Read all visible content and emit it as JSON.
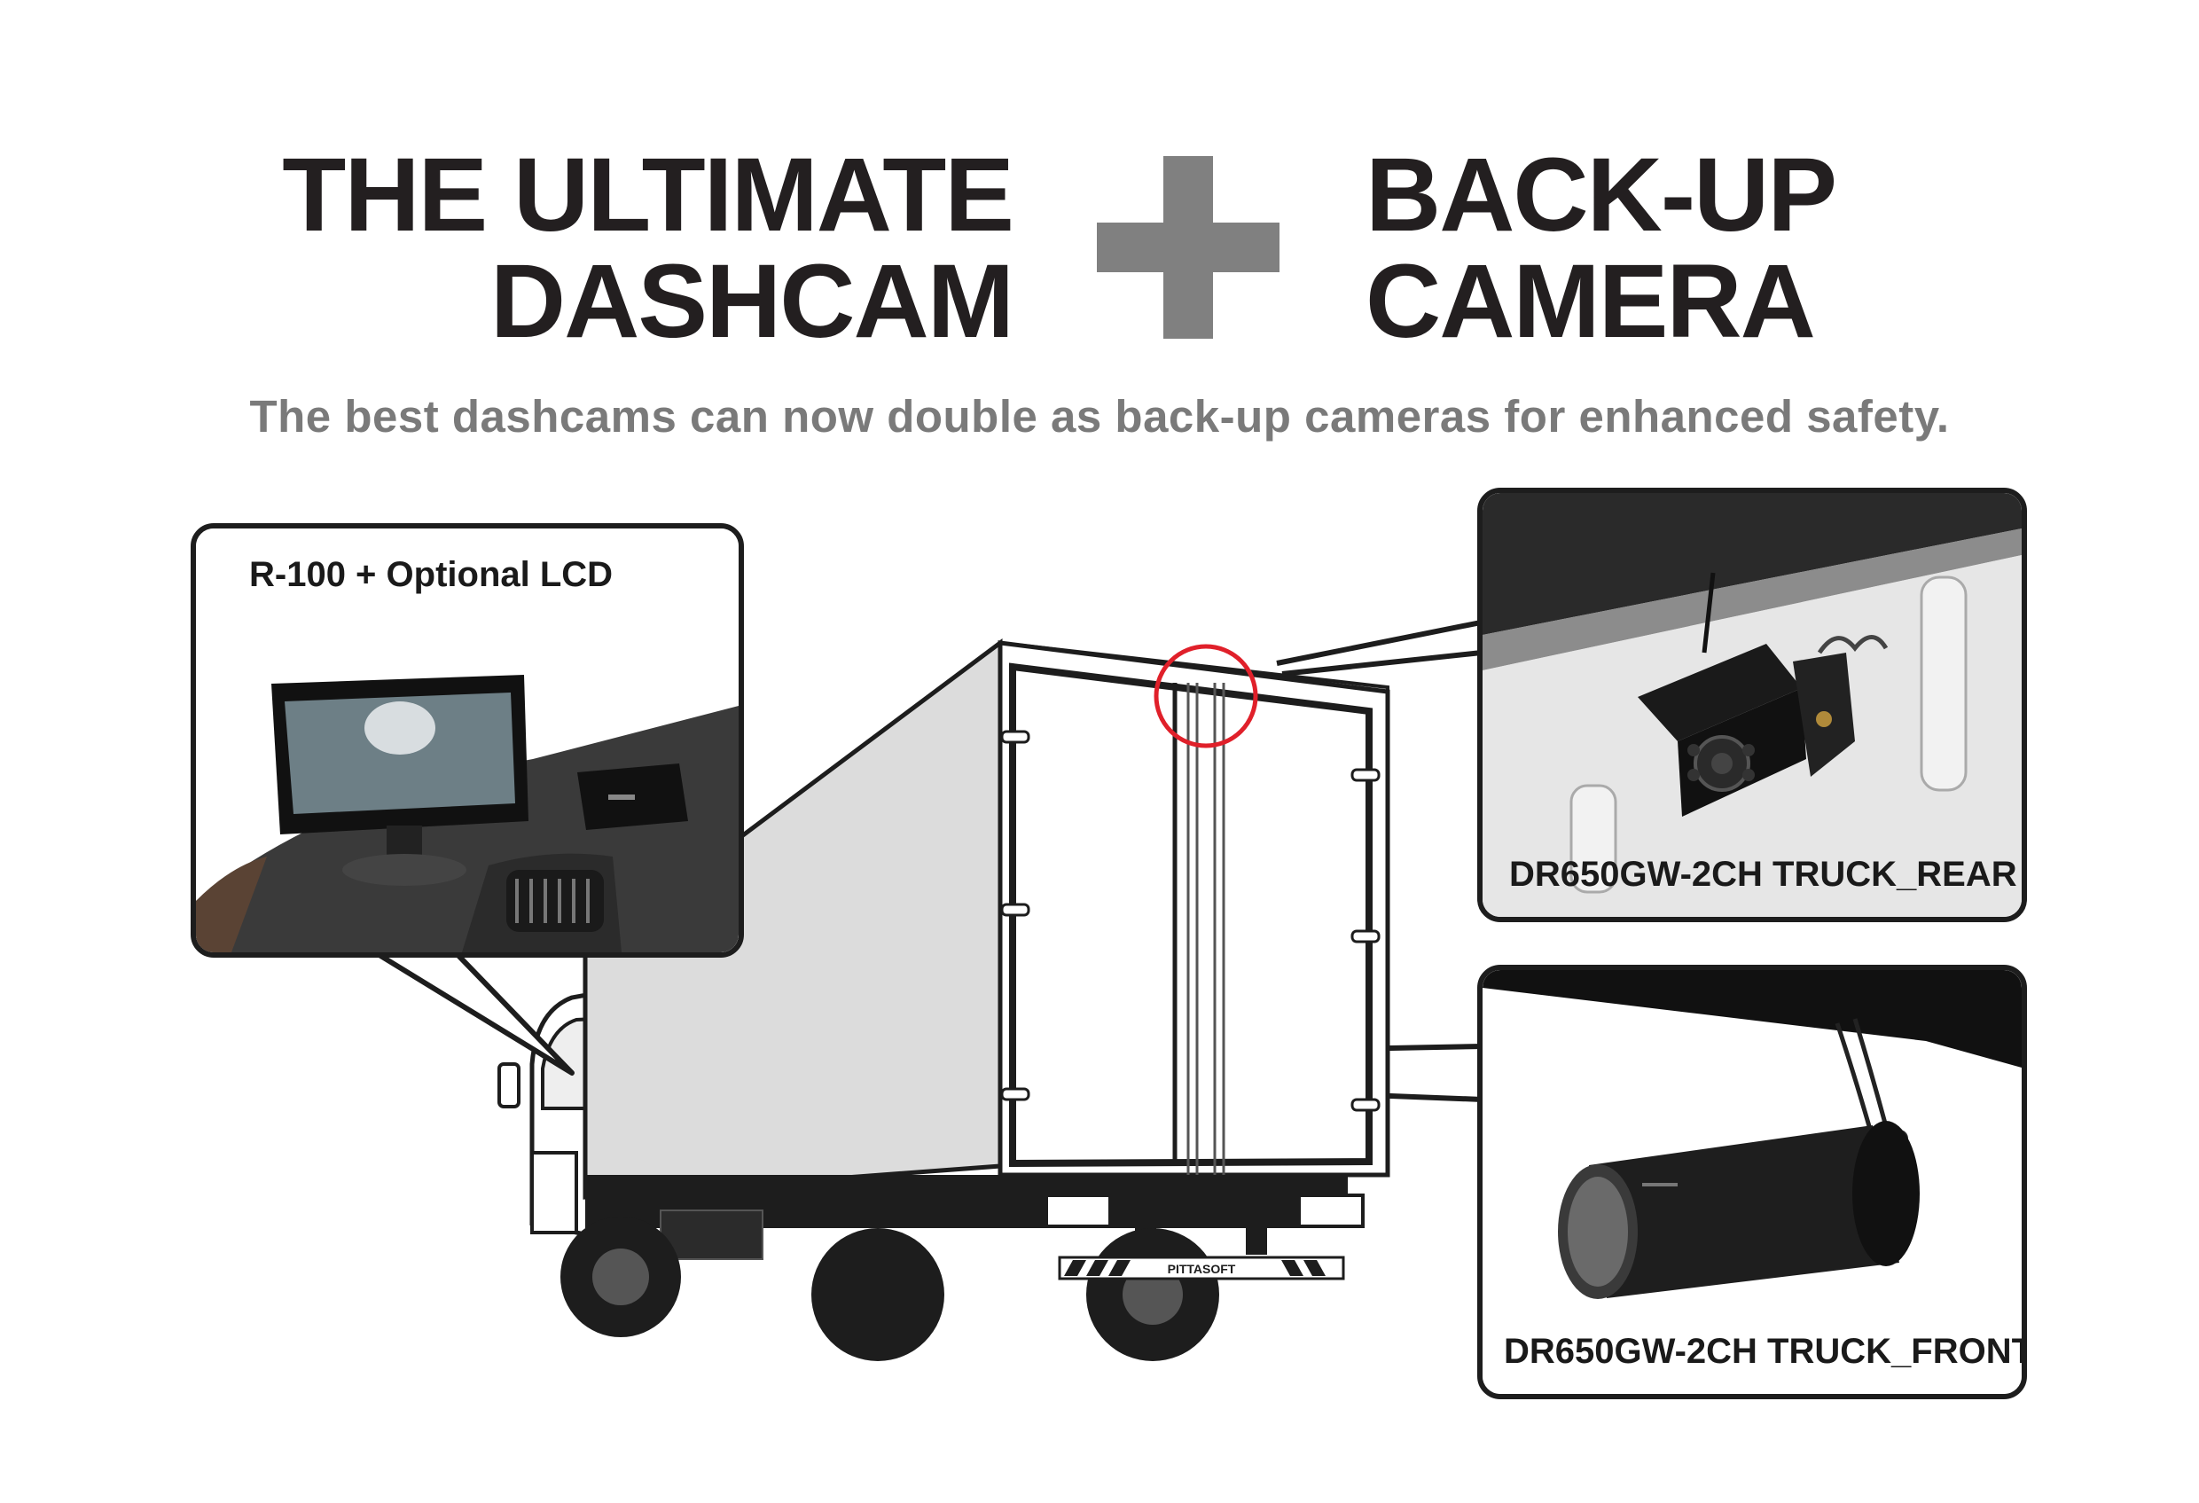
{
  "headline": {
    "left_line1": "THE ULTIMATE",
    "left_line2": "DASHCAM",
    "right_line1": "BACK-UP",
    "right_line2": "CAMERA"
  },
  "subtitle": "The best dashcams can now double as back-up cameras for enhanced safety.",
  "panels": {
    "lcd": {
      "label": "R-100 + Optional LCD"
    },
    "rear": {
      "label": "DR650GW-2CH TRUCK_REAR"
    },
    "front": {
      "label": "DR650GW-2CH TRUCK_FRONT"
    }
  },
  "truck": {
    "bumper_brand": "PITTASOFT"
  },
  "colors": {
    "accent_circle": "#e0202a",
    "plus": "#808080",
    "text": "#231f20",
    "subtitle": "#7a7a7a"
  }
}
